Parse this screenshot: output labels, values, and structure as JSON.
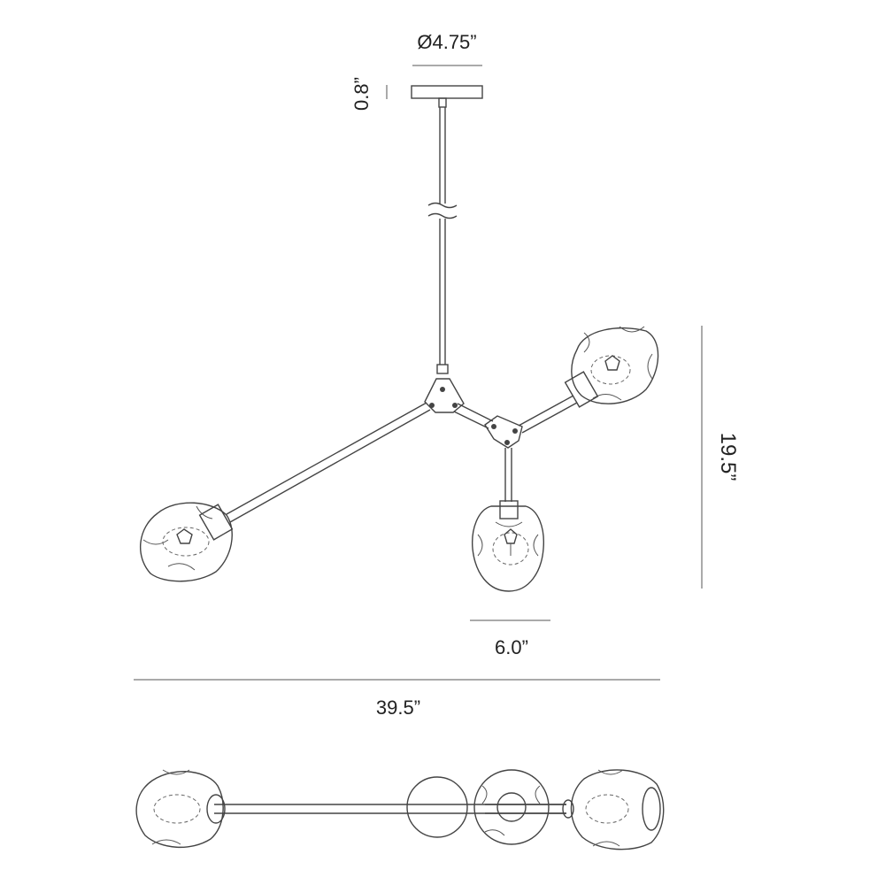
{
  "dimensions": {
    "canopy_diameter": "Ø4.75”",
    "canopy_height": "0.8”",
    "overall_height": "19.5”",
    "shade_width": "6.0”",
    "overall_width": "39.5”"
  }
}
